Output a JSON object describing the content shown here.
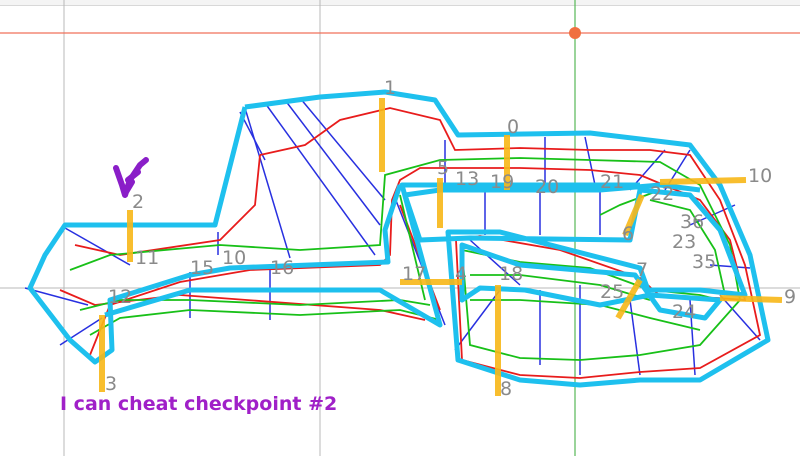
{
  "caption": "I can cheat checkpoint #2",
  "handwritten_mark": "V",
  "colors": {
    "track_border": "#1ec0ee",
    "spline_red": "#e81c1c",
    "spline_green": "#18c018",
    "cross_section": "#2830e0",
    "checkpoint_bar": "#f8b818",
    "axis_x": "#f0705a",
    "axis_y": "#58b858",
    "grid": "#b8b8b8",
    "origin_point": "#f07040",
    "caption": "#a020c8",
    "label": "#8a8a8a"
  },
  "labels": [
    {
      "text": "1"
    },
    {
      "text": "0"
    },
    {
      "text": "2"
    },
    {
      "text": "10"
    },
    {
      "text": "9"
    },
    {
      "text": "3"
    },
    {
      "text": "8"
    },
    {
      "text": "4"
    },
    {
      "text": "5"
    },
    {
      "text": "6"
    },
    {
      "text": "7"
    },
    {
      "text": "13"
    },
    {
      "text": "19"
    },
    {
      "text": "20"
    },
    {
      "text": "21"
    },
    {
      "text": "22"
    },
    {
      "text": "23"
    },
    {
      "text": "24"
    },
    {
      "text": "25"
    },
    {
      "text": "35"
    },
    {
      "text": "36"
    },
    {
      "text": "15"
    },
    {
      "text": "16"
    },
    {
      "text": "17"
    },
    {
      "text": "12"
    },
    {
      "text": "10"
    },
    {
      "text": "11"
    },
    {
      "text": "18"
    }
  ]
}
